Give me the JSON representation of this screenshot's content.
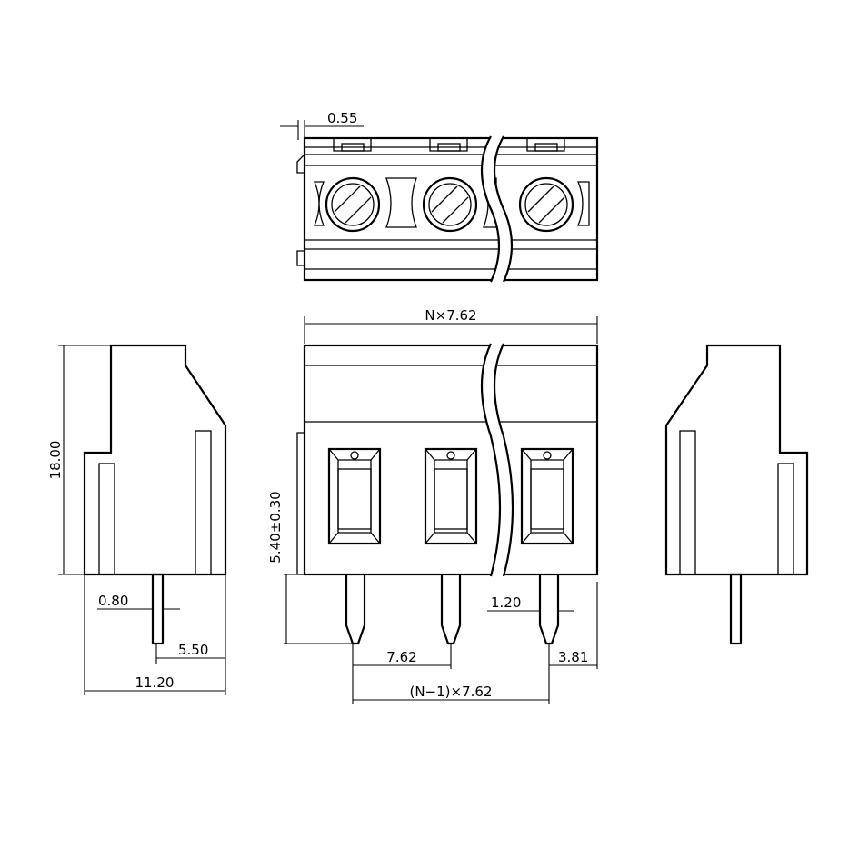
{
  "dimensions": {
    "pin_offset": "0.55",
    "total_width": "N×7.62",
    "height": "18.00",
    "pin_length": "5.40±0.30",
    "pin_thickness": "0.80",
    "pin_width": "1.20",
    "pin_position": "5.50",
    "depth": "11.20",
    "pitch": "7.62",
    "edge_offset": "3.81",
    "pin_span": "(N−1)×7.62"
  }
}
